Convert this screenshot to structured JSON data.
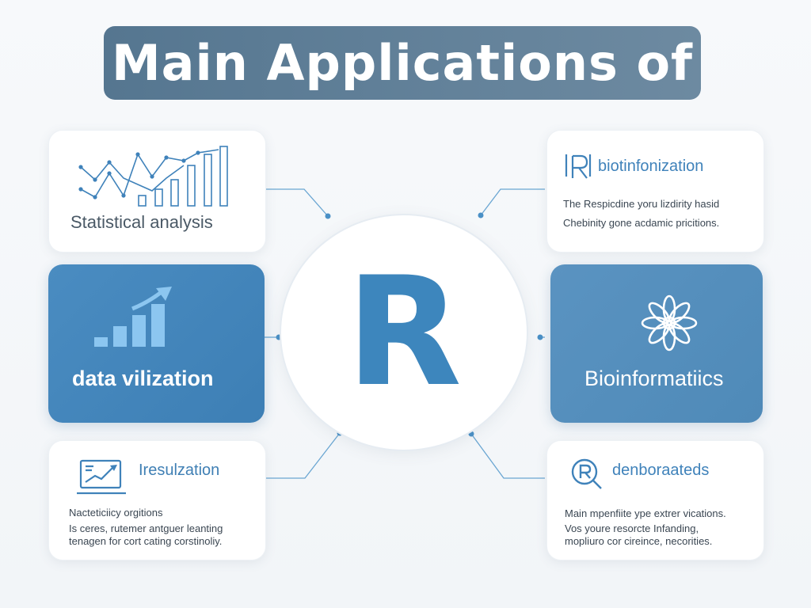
{
  "title": "Main Applications of",
  "center": {
    "letter": "R"
  },
  "cards": {
    "statistical": {
      "label": "Statistical analysis",
      "icon": "line-bar-chart-icon"
    },
    "bioinfonization": {
      "heading": "biotinfonization",
      "icon": "r-logo-icon",
      "line1": "The Respicdine yoru lizdirity hasid",
      "line2": "Chebinity gone acdamic pricitions."
    },
    "data_viz": {
      "label": "data vilization",
      "icon": "bar-trend-arrow-icon"
    },
    "bioinformatics": {
      "label": "Bioinformatiics",
      "icon": "flower-icon"
    },
    "iresulzation": {
      "heading": "Iresulzation",
      "icon": "laptop-chart-icon",
      "line1": "Nacteticiicy orgitions",
      "line2": "Is ceres, rutemer antguer leanting",
      "line3": "tenagen for cort cating corstinoliy."
    },
    "denboraateds": {
      "heading": "denboraateds",
      "icon": "r-circle-search-icon",
      "line1": "Main mpenfiite ype extrer vications.",
      "line2": "Vos youre resorcte Infanding,",
      "line3": "mopliuro cor cireince, necorities."
    }
  },
  "colors": {
    "title_bg": "#5f7f98",
    "accent_blue": "#3f82ba",
    "connector": "#5b9ccb"
  }
}
